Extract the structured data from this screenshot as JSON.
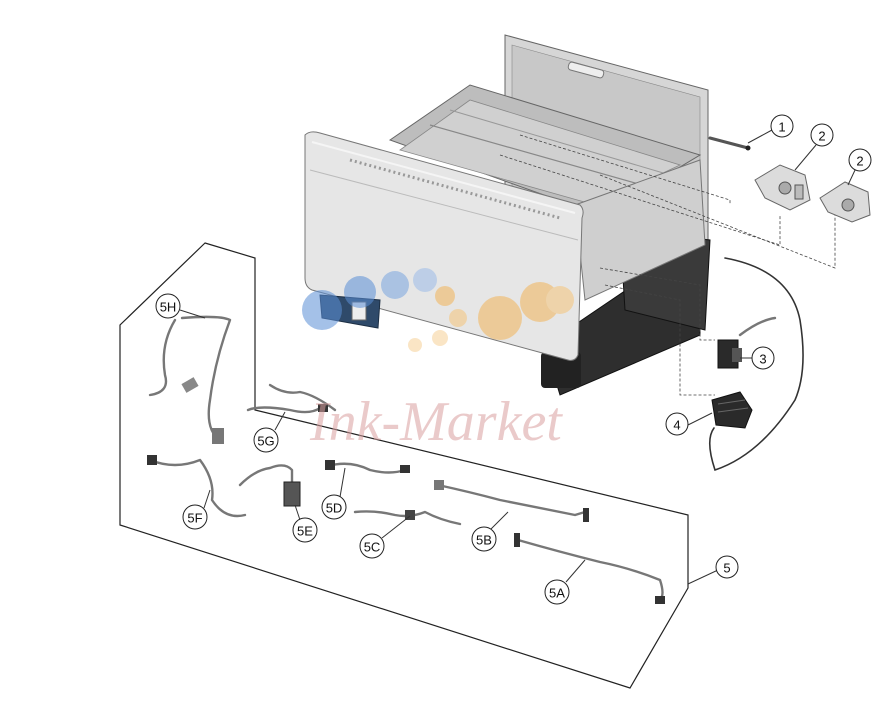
{
  "watermark": {
    "text": "Ink-Market"
  },
  "callouts": [
    {
      "id": "1",
      "label": "1"
    },
    {
      "id": "2a",
      "label": "2"
    },
    {
      "id": "2b",
      "label": "2"
    },
    {
      "id": "3",
      "label": "3"
    },
    {
      "id": "4",
      "label": "4"
    },
    {
      "id": "5",
      "label": "5"
    },
    {
      "id": "5A",
      "label": "5A"
    },
    {
      "id": "5B",
      "label": "5B"
    },
    {
      "id": "5C",
      "label": "5C"
    },
    {
      "id": "5D",
      "label": "5D"
    },
    {
      "id": "5E",
      "label": "5E"
    },
    {
      "id": "5F",
      "label": "5F"
    },
    {
      "id": "5G",
      "label": "5G"
    },
    {
      "id": "5H",
      "label": "5H"
    }
  ],
  "colors": {
    "tray_body": "#e4e4e4",
    "tray_shadow": "#9a9a9a",
    "dark_part": "#2a2a2a",
    "watermark_blue": "#5b8fd6",
    "watermark_orange": "#f2b45a"
  }
}
